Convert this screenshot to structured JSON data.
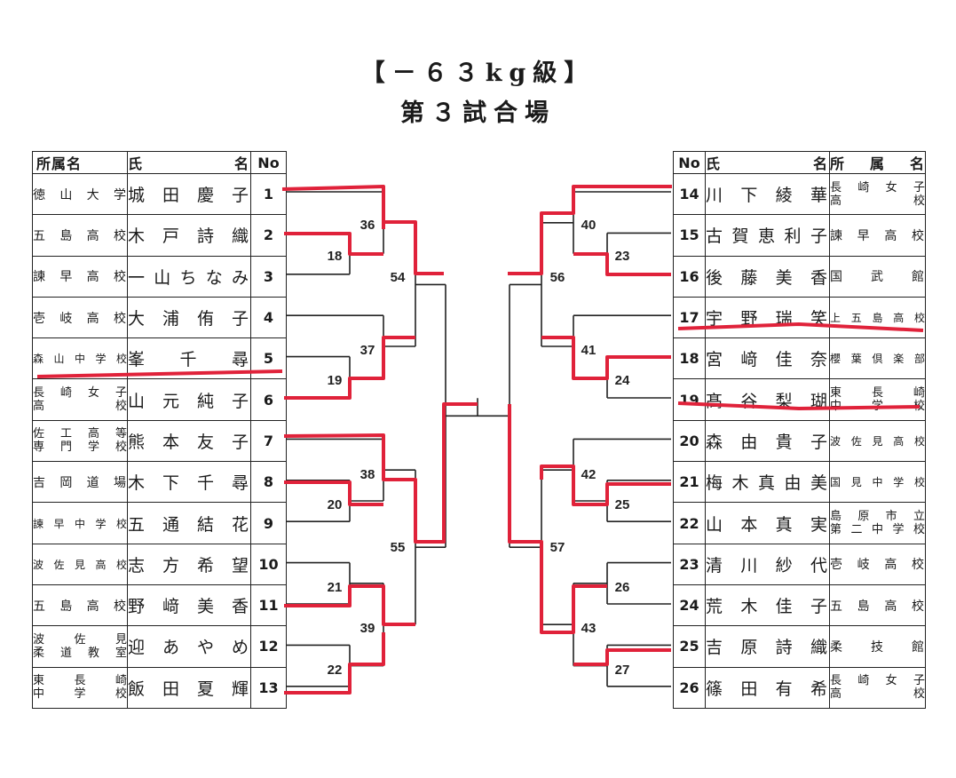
{
  "title": "【－６３kg級】",
  "subtitle": "第３試合場",
  "left_headers": {
    "affiliation": "所属名",
    "name": "氏名",
    "no": "No"
  },
  "right_headers": {
    "no": "No",
    "name": "氏名",
    "affiliation": "所属名"
  },
  "left_entries": [
    {
      "no": "1",
      "name": "城田慶子",
      "aff": [
        "徳山大学"
      ]
    },
    {
      "no": "2",
      "name": "木戸詩織",
      "aff": [
        "五島高校"
      ]
    },
    {
      "no": "3",
      "name": "一山ちなみ",
      "aff": [
        "諫早高校"
      ]
    },
    {
      "no": "4",
      "name": "大浦侑子",
      "aff": [
        "壱岐高校"
      ]
    },
    {
      "no": "5",
      "name": "峯千尋",
      "aff": [
        "森山中学校"
      ]
    },
    {
      "no": "6",
      "name": "山元純子",
      "aff": [
        "長崎女子",
        "高校"
      ]
    },
    {
      "no": "7",
      "name": "熊本友子",
      "aff": [
        "佐工高等",
        "専門学校"
      ]
    },
    {
      "no": "8",
      "name": "木下千尋",
      "aff": [
        "吉岡道場"
      ]
    },
    {
      "no": "9",
      "name": "五通結花",
      "aff": [
        "諫早中学校"
      ]
    },
    {
      "no": "10",
      "name": "志方希望",
      "aff": [
        "波佐見高校"
      ]
    },
    {
      "no": "11",
      "name": "野﨑美香",
      "aff": [
        "五島高校"
      ]
    },
    {
      "no": "12",
      "name": "迎あやめ",
      "aff": [
        "波佐見",
        "柔道教室"
      ]
    },
    {
      "no": "13",
      "name": "飯田夏輝",
      "aff": [
        "東長崎",
        "中学校"
      ]
    }
  ],
  "right_entries": [
    {
      "no": "14",
      "name": "川下綾華",
      "aff": [
        "長崎女子",
        "高校"
      ]
    },
    {
      "no": "15",
      "name": "古賀恵利子",
      "aff": [
        "諫早高校"
      ]
    },
    {
      "no": "16",
      "name": "後藤美香",
      "aff": [
        "国武館"
      ]
    },
    {
      "no": "17",
      "name": "宇野瑞笑",
      "aff": [
        "上五島高校"
      ]
    },
    {
      "no": "18",
      "name": "宮﨑佳奈",
      "aff": [
        "櫻葉倶楽部"
      ]
    },
    {
      "no": "19",
      "name": "髙谷梨瑚",
      "aff": [
        "東長崎",
        "中学校"
      ]
    },
    {
      "no": "20",
      "name": "森由貴子",
      "aff": [
        "波佐見高校"
      ]
    },
    {
      "no": "21",
      "name": "梅木真由美",
      "aff": [
        "国見中学校"
      ]
    },
    {
      "no": "22",
      "name": "山本真実",
      "aff": [
        "島原市立",
        "第二中学校"
      ]
    },
    {
      "no": "23",
      "name": "清川紗代",
      "aff": [
        "壱岐高校"
      ]
    },
    {
      "no": "24",
      "name": "荒木佳子",
      "aff": [
        "五島高校"
      ]
    },
    {
      "no": "25",
      "name": "吉原詩織",
      "aff": [
        "柔技館"
      ]
    },
    {
      "no": "26",
      "name": "篠田有希",
      "aff": [
        "長崎女子",
        "高校"
      ]
    }
  ],
  "match_labels": {
    "m18": "18",
    "m19": "19",
    "m20": "20",
    "m21": "21",
    "m22": "22",
    "m23": "23",
    "m24": "24",
    "m25": "25",
    "m26": "26",
    "m27": "27",
    "m36": "36",
    "m37": "37",
    "m38": "38",
    "m39": "39",
    "m40": "40",
    "m41": "41",
    "m42": "42",
    "m43": "43",
    "m54": "54",
    "m55": "55",
    "m56": "56",
    "m57": "57"
  },
  "colors": {
    "ink": "#222222",
    "winner_marker": "#e0223a"
  }
}
